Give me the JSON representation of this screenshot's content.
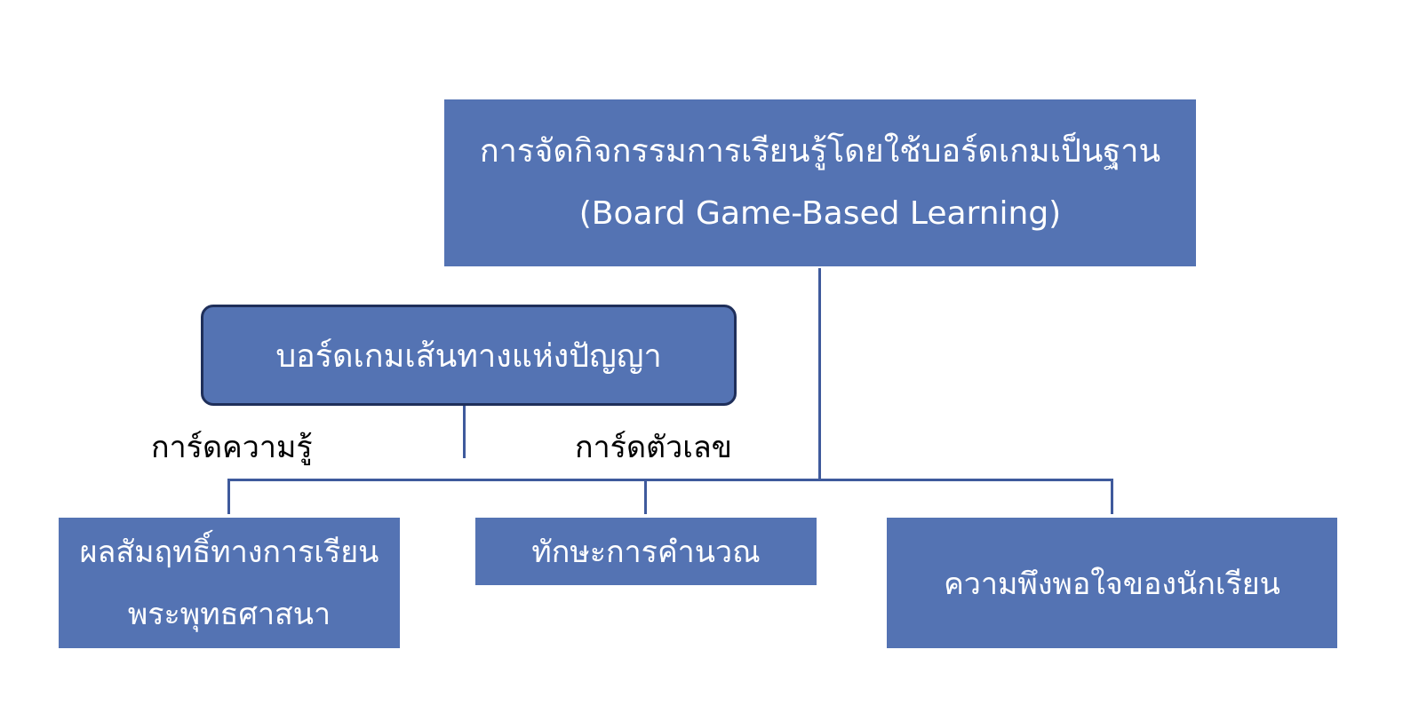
{
  "colors": {
    "box_fill": "#5473b3",
    "box_text": "#ffffff",
    "connector": "#3f5a9c",
    "rounded_border": "#1f2f5a",
    "label_text": "#000000"
  },
  "top_box": {
    "line1": "การจัดกิจกรรมการเรียนรู้โดยใช้บอร์ดเกมเป็นฐาน",
    "line2": "(Board Game-Based Learning)"
  },
  "game_box": {
    "text": "บอร์ดเกมเส้นทางแห่งปัญญา"
  },
  "card_labels": {
    "knowledge": "การ์ดความรู้",
    "number": "การ์ดตัวเลข"
  },
  "outcomes": [
    {
      "line1": "ผลสัมฤทธิ์ทางการเรียน",
      "line2": "พระพุทธศาสนา"
    },
    {
      "line1": "ทักษะการคำนวณ"
    },
    {
      "line1": "ความพึงพอใจของนักเรียน"
    }
  ]
}
